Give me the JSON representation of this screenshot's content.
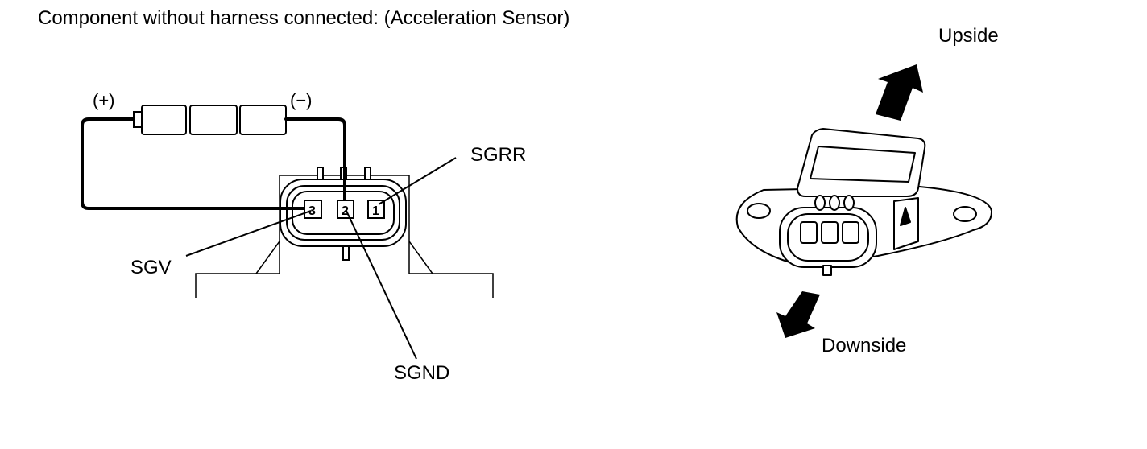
{
  "title": "Component without harness connected: (Acceleration Sensor)",
  "circuit": {
    "polarity_plus": "(+)",
    "polarity_minus": "(−)",
    "pins": [
      "3",
      "2",
      "1"
    ],
    "labels": {
      "sgrr": "SGRR",
      "sgv": "SGV",
      "sgnd": "SGND"
    }
  },
  "sensor_view": {
    "upside": "Upside",
    "downside": "Downside"
  }
}
